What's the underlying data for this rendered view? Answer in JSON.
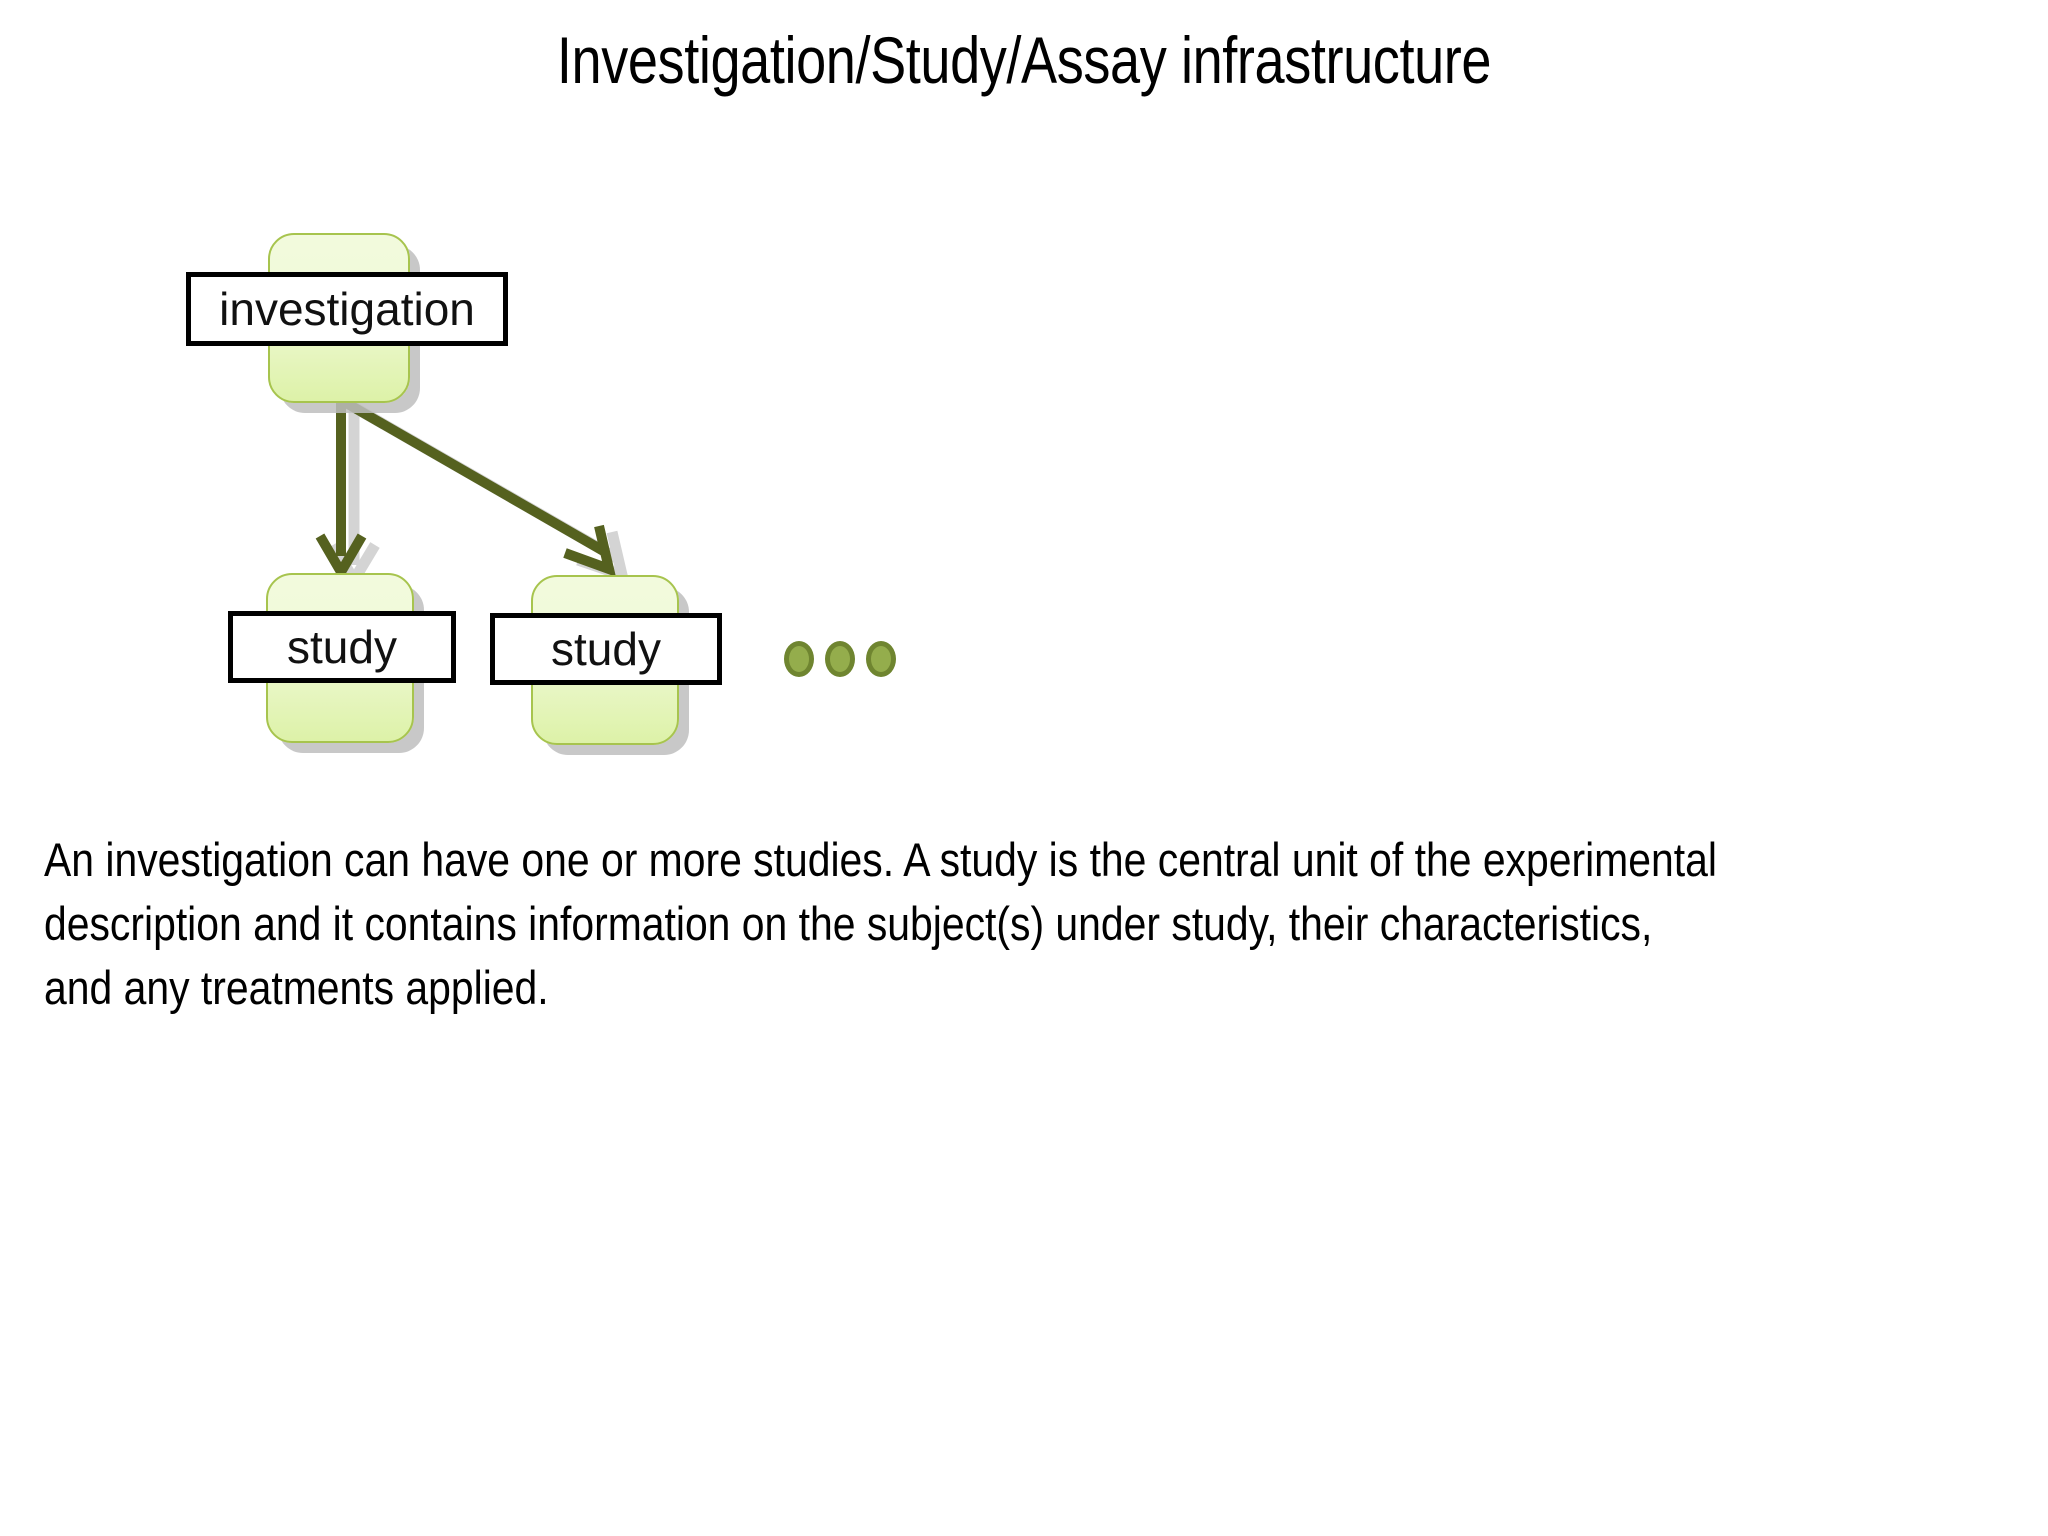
{
  "slide": {
    "title": "Investigation/Study/Assay infrastructure",
    "background_color": "#ffffff"
  },
  "diagram": {
    "type": "hierarchy",
    "accent_color": "#55611f",
    "node_fill_top": "#f2fadd",
    "node_fill_bottom": "#ddf2a8",
    "node_border_color": "#a7c44e",
    "shadow_color": "#bebebe",
    "label_border_color": "#000000",
    "label_fill_color": "#ffffff",
    "nodes": [
      {
        "id": "investigation",
        "label": "investigation",
        "level": 0
      },
      {
        "id": "study-1",
        "label": "study",
        "level": 1
      },
      {
        "id": "study-2",
        "label": "study",
        "level": 1
      }
    ],
    "edges": [
      {
        "from": "investigation",
        "to": "study-1"
      },
      {
        "from": "investigation",
        "to": "study-2"
      }
    ],
    "ellipsis": {
      "dot_count": 3,
      "dot_fill": "#94ad4c",
      "dot_border": "#6f8530",
      "meaning": "more studies"
    }
  },
  "body": {
    "paragraph": "An investigation can have one or more studies. A study is the central unit of the experimental description and it contains information on the subject(s) under study, their characteristics, and any treatments applied."
  }
}
